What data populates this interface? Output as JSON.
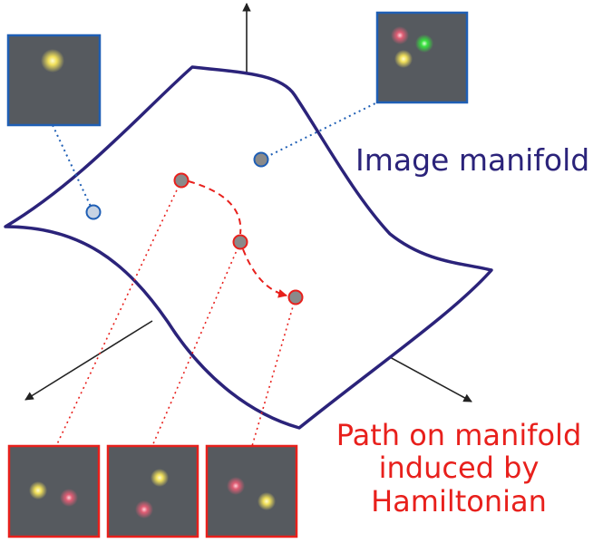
{
  "labels": {
    "manifold": "Image manifold",
    "path_line1": "Path on manifold",
    "path_line2": "induced by",
    "path_line3": "Hamiltonian"
  },
  "colors": {
    "manifold_outline": "#2b237a",
    "label_manifold": "#2b237a",
    "label_path": "#e8201c",
    "axis": "#222222",
    "blue_frame": "#1f5fb5",
    "red_frame": "#e8201c",
    "path_red": "#e8201c",
    "point_grey": "#8a8a8a",
    "blue_point_fill": "#c7d3e3",
    "tile_background": "#565a5f",
    "dot_yellow": "#f1e05a",
    "dot_pink": "#e05d74",
    "dot_green": "#37e23e"
  },
  "thumbnails": {
    "top_left": {
      "frame": "blue",
      "dots": [
        "yellow"
      ]
    },
    "top_right": {
      "frame": "blue",
      "dots": [
        "pink",
        "green",
        "yellow"
      ]
    },
    "bottom_1": {
      "frame": "red",
      "dots": [
        "yellow",
        "pink"
      ]
    },
    "bottom_2": {
      "frame": "red",
      "dots": [
        "yellow",
        "pink"
      ]
    },
    "bottom_3": {
      "frame": "red",
      "dots": [
        "pink",
        "yellow"
      ]
    }
  }
}
